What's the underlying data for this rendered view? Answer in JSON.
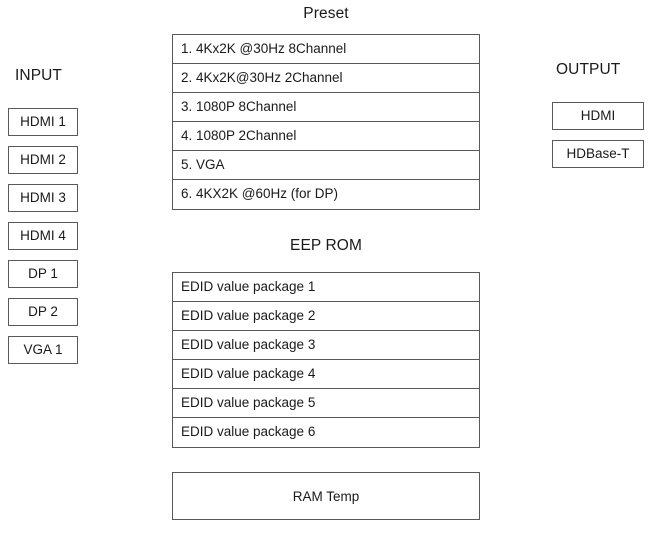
{
  "diagram": {
    "input_section": {
      "label": "INPUT",
      "ports": [
        {
          "label": "HDMI 1"
        },
        {
          "label": "HDMI 2"
        },
        {
          "label": "HDMI 3"
        },
        {
          "label": "HDMI 4"
        },
        {
          "label": "DP 1"
        },
        {
          "label": "DP 2"
        },
        {
          "label": "VGA 1"
        }
      ]
    },
    "output_section": {
      "label": "OUTPUT",
      "ports": [
        {
          "label": "HDMI"
        },
        {
          "label": "HDBase-T"
        }
      ]
    },
    "preset_section": {
      "title": "Preset",
      "rows": [
        {
          "label": "1. 4Kx2K @30Hz 8Channel"
        },
        {
          "label": "2. 4Kx2K@30Hz 2Channel"
        },
        {
          "label": "3. 1080P 8Channel"
        },
        {
          "label": "4. 1080P 2Channel"
        },
        {
          "label": "5. VGA"
        },
        {
          "label": "6. 4KX2K @60Hz (for DP)"
        }
      ]
    },
    "eeprom_section": {
      "title": "EEP ROM",
      "rows": [
        {
          "label": "EDID value package 1"
        },
        {
          "label": "EDID value package 2"
        },
        {
          "label": "EDID value package 3"
        },
        {
          "label": "EDID value package 4"
        },
        {
          "label": "EDID value package 5"
        },
        {
          "label": "EDID value package 6"
        }
      ]
    },
    "ram_temp_box": {
      "label": "RAM Temp"
    },
    "colors": {
      "border": "#595959",
      "text": "#1a1a1a",
      "background": "#ffffff"
    }
  }
}
